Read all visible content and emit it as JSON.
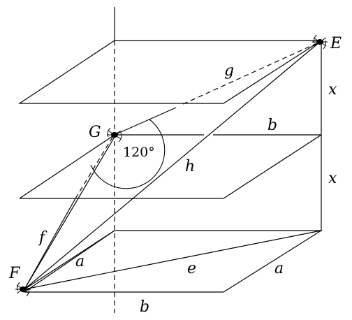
{
  "diagram": {
    "points": {
      "E": "E",
      "F": "F",
      "G": "G"
    },
    "edge_labels": {
      "g": "g",
      "h": "h",
      "f": "f",
      "e": "e",
      "a_left": "a",
      "a_right": "a",
      "b_top": "b",
      "b_bottom": "b",
      "x_top": "x",
      "x_bottom": "x"
    },
    "angle_label": "120°",
    "colors": {
      "ink": "#000000",
      "background": "#ffffff"
    }
  }
}
